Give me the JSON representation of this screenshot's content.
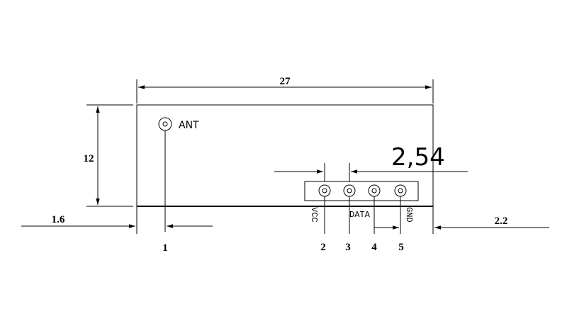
{
  "dimensions": {
    "width": "27",
    "height": "12",
    "left_offset": "1.6",
    "right_offset": "2.2",
    "pitch": "2,54"
  },
  "labels": {
    "antenna": "ANT",
    "vcc": "VCC",
    "data": "DATA",
    "gnd": "GND"
  },
  "pins": [
    "1",
    "2",
    "3",
    "4",
    "5"
  ],
  "colors": {
    "ink": "#000000",
    "paper": "#ffffff"
  }
}
